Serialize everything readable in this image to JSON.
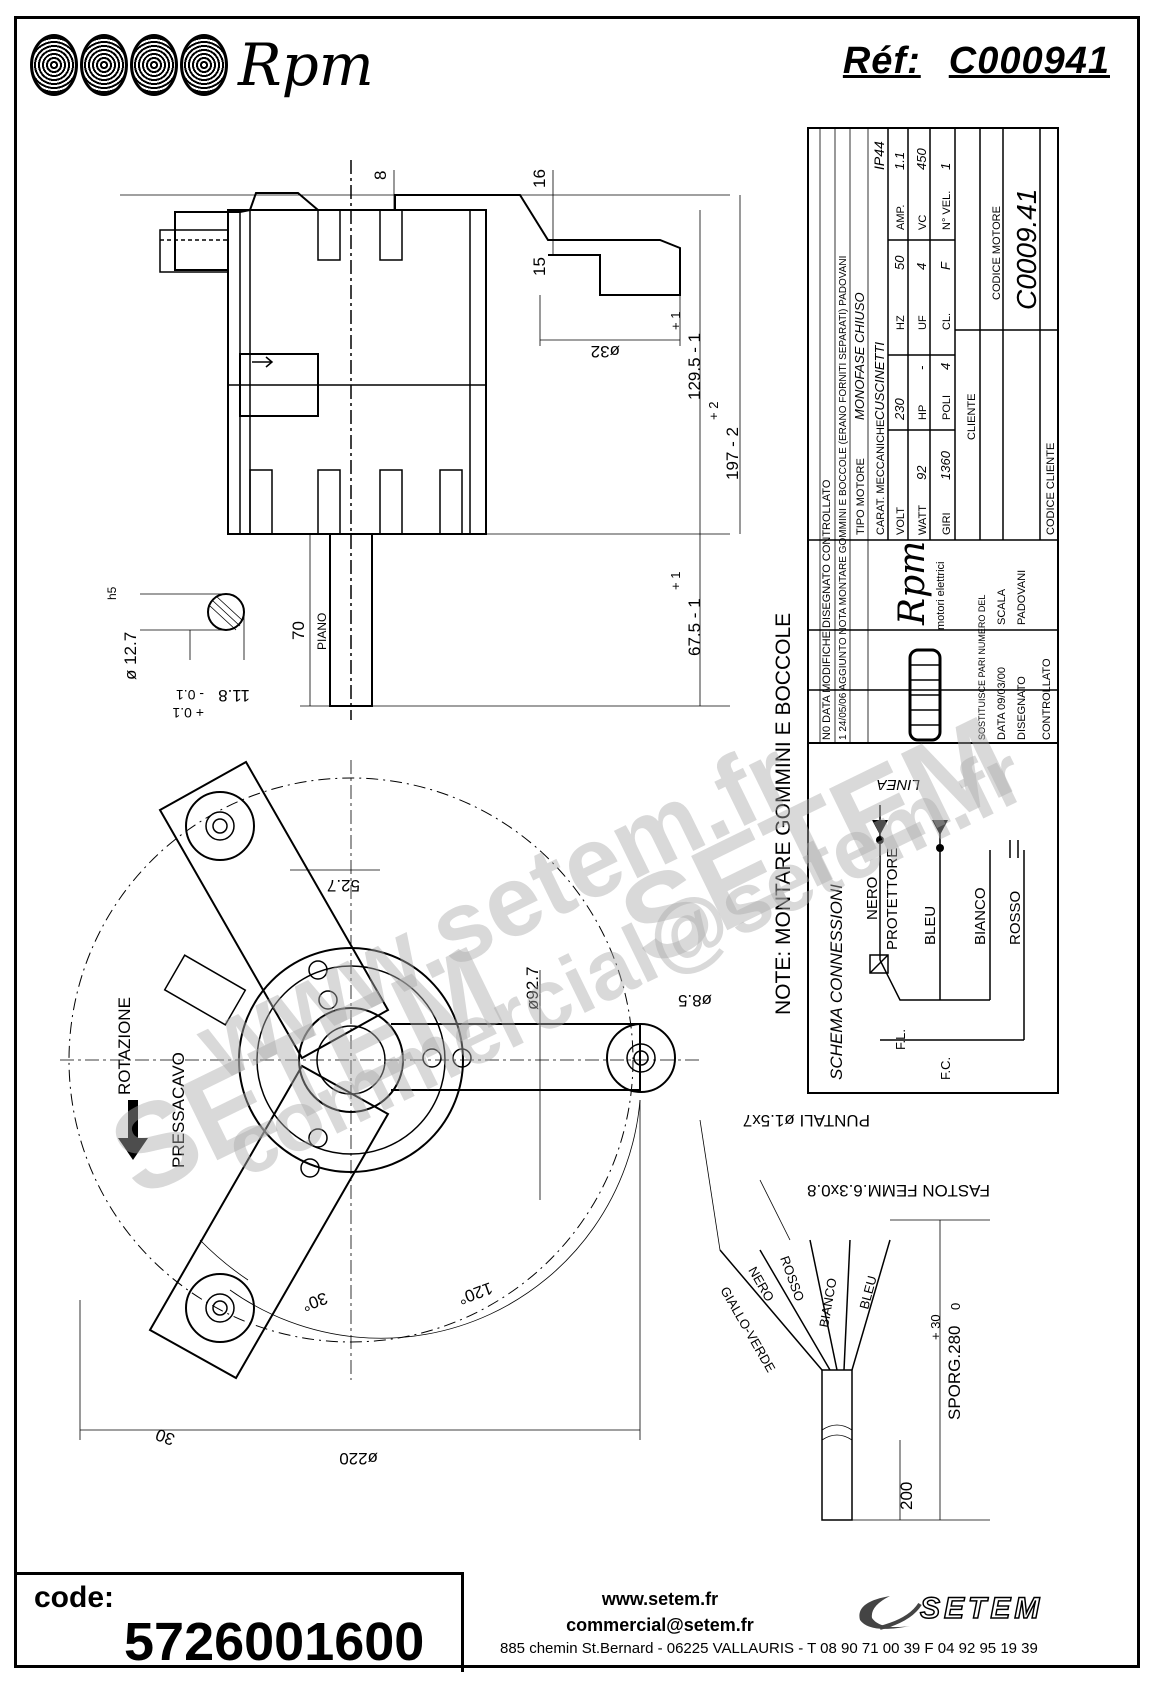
{
  "header": {
    "brand": "Rpm",
    "ref_label": "Réf:",
    "ref_value": "C000941"
  },
  "dimensions": {
    "d8": "8",
    "d16": "16",
    "d15": "15",
    "d32": "ø32",
    "d129": "129.5 - 1",
    "d129_tol": "+ 1",
    "d197": "197 - 2",
    "d197_tol": "+ 2",
    "d67": "67.5 - 1",
    "d67_tol": "+ 1",
    "d70": "70",
    "piano": "PIANO",
    "shaft_dia": "ø 12.7",
    "shaft_tol": "h5",
    "flat": "11.8",
    "flat_tol1": "- 0.1",
    "flat_tol2": "+ 0.1",
    "d52": "52.7",
    "d92": "ø92.7",
    "d85": "ø8.5",
    "d30a": "30°",
    "d120": "120°",
    "d30": "30",
    "d220": "ø220",
    "rotation": "ROTAZIONE",
    "cable_gland": "PRESSACAVO"
  },
  "notes": {
    "note": "NOTE: MONTARE GOMMINI E BOCCOLE",
    "schema_title": "SCHEMA CONNESSIONI",
    "linea": "LINEA",
    "nero": "NERO",
    "protettore": "PROTETTORE",
    "bleu": "BLEU",
    "bianco": "BIANCO",
    "rosso": "ROSSO",
    "fl": "F.L.",
    "fc": "F.C.",
    "puntali": "PUNTALI ø1.5x7",
    "faston": "FASTON FEMM.6.3x0.8",
    "w_giallo": "GIALLO-VERDE",
    "w_nero": "NERO",
    "w_rosso": "ROSSO",
    "w_bianco": "BIANCO",
    "w_bleu": "BLEU",
    "sporg": "SPORG.280",
    "sporg_tol1": "+ 30",
    "sporg_tol2": "0",
    "d200": "200"
  },
  "title_block": {
    "rev_row": "1  24/05/06  AGGIUNTO NOTA MONTARE GOMMINI E BOCCOLE (ERANO FORNITI SEPARATI)  PADOVANI",
    "rev_headers": "N0  DATA   MODIFICHE   DISEGNATO  CONTROLLATO",
    "tipo_label": "TIPO MOTORE",
    "tipo_value": "MONOFASE CHIUSO",
    "carat_label": "CARAT. MECCANICHE",
    "carat_value": "CUSCINETTI",
    "ip": "IP44",
    "volt_label": "VOLT",
    "volt": "230",
    "hz_label": "HZ",
    "hz": "50",
    "amp_label": "AMP.",
    "amp": "1.1",
    "watt_label": "WATT",
    "watt": "92",
    "hp_label": "HP",
    "hp": "-",
    "uf_label": "UF",
    "uf": "4",
    "vc_label": "VC",
    "vc": "450",
    "giri_label": "GIRI",
    "giri": "1360",
    "poli_label": "POLI",
    "poli": "4",
    "cl_label": "CL.",
    "cl": "F",
    "vel_label": "N° VEL.",
    "vel": "1",
    "cliente": "CLIENTE",
    "codice_motore": "CODICE MOTORE",
    "codice_value": "C0009.41",
    "codice_cliente": "CODICE CLIENTE",
    "logo_sub": "motori elettrici",
    "sostituisce": "SOSTITUISCE PARI NUMERO DEL",
    "data_label": "DATA 09/03/00",
    "scala": "SCALA",
    "disegnato": "DISEGNATO",
    "padovani": "PADOVANI",
    "controllato": "CONTROLLATO"
  },
  "footer": {
    "code_label": "code:",
    "code_value": "5726001600",
    "web": "www.setem.fr",
    "email": "commercial@setem.fr",
    "address": "885 chemin St.Bernard  -  06225 VALLAURIS  -  T 08 90 71 00 39   F 04 92 95 19 39",
    "logo": "SETEM"
  },
  "watermarks": {
    "w1": "www.setem.fr",
    "w2": "SETEM",
    "w3": "commercial@setem.fr",
    "w4": "SETEM"
  }
}
